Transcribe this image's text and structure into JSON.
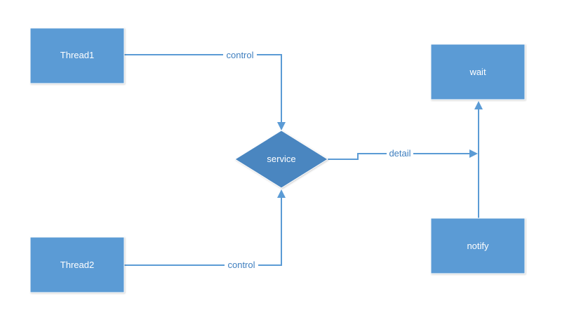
{
  "nodes": {
    "thread1": "Thread1",
    "thread2": "Thread2",
    "service": "service",
    "wait": "wait",
    "notify": "notify"
  },
  "edges": {
    "thread1_to_service": "control",
    "thread2_to_service": "control",
    "service_to_wait": "detail"
  },
  "colors": {
    "box_fill": "#5b9bd5",
    "diamond_fill": "#4a86c0",
    "edge_stroke": "#5b9bd5",
    "node_text": "#ffffff",
    "edge_text": "#3f7fbf"
  }
}
